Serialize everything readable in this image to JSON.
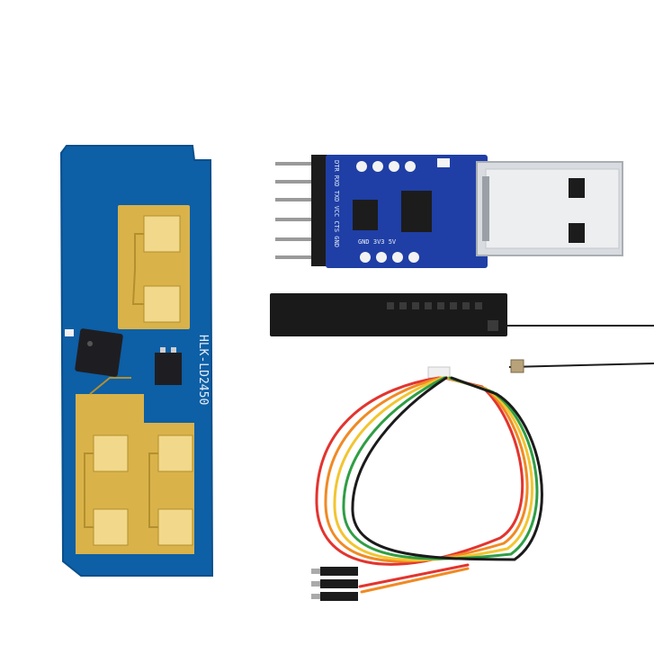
{
  "product_photo": {
    "radar_board": {
      "model_label": "HLK-LD2450",
      "board_color": "#0d5fa6",
      "antenna_color": "#d9b24a"
    },
    "usb_adapter": {
      "board_color": "#1f3fa6",
      "connector_color": "#d8dce0",
      "silkscreen_row_1": "DTR RXD TXD VCC CTS GND",
      "silkscreen_row_2": "GND 3V3 5V"
    },
    "antenna": {
      "color": "#1a1a1a"
    },
    "cable": {
      "wire_colors": [
        "#e3342f",
        "#f08a24",
        "#f2c531",
        "#2f9e44",
        "#1b1b1b"
      ]
    }
  }
}
